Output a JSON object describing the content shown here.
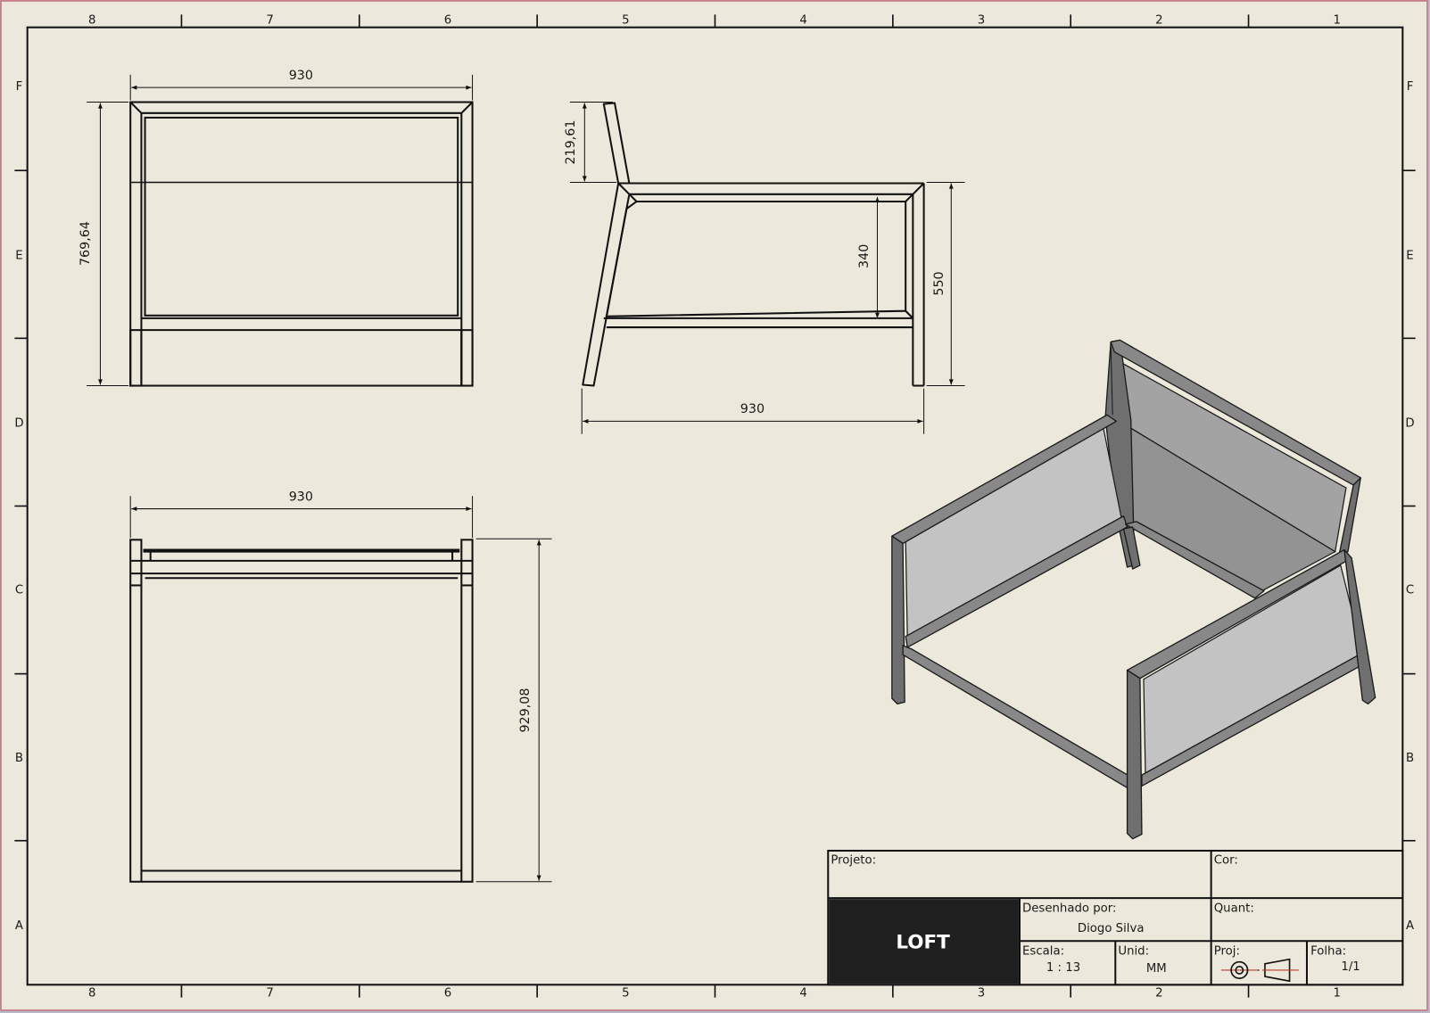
{
  "sheet": {
    "background": "#ece9dc",
    "border_color": "#111111",
    "outer_accent": "#c8707e",
    "zones": {
      "columns": [
        "8",
        "7",
        "6",
        "5",
        "4",
        "3",
        "2",
        "1"
      ],
      "rows": [
        "F",
        "E",
        "D",
        "C",
        "B",
        "A"
      ]
    }
  },
  "views": {
    "front": {
      "width_dim": "930",
      "height_dim": "769,64"
    },
    "side": {
      "backrest_dim": "219,61",
      "seat_height_dim": "550",
      "armrest_panel_dim": "340",
      "depth_dim": "930"
    },
    "top": {
      "width_dim": "930",
      "depth_dim": "929,08"
    },
    "isometric": {
      "label": "isometric view of armchair frame",
      "panel_color_light": "#c3c3c3",
      "panel_color_mid": "#a3a3a3",
      "frame_color": "#888888"
    }
  },
  "title_block": {
    "project_label": "Projeto:",
    "project_value": "",
    "color_label": "Cor:",
    "color_value": "",
    "logo_text": "LOFT",
    "drawn_by_label": "Desenhado por:",
    "drawn_by_value": "Diogo Silva",
    "quantity_label": "Quant:",
    "quantity_value": "",
    "scale_label": "Escala:",
    "scale_value": "1 : 13",
    "unit_label": "Unid:",
    "unit_value": "MM",
    "projection_label": "Proj:",
    "projection_icon": "first-angle-projection-symbol",
    "sheet_label": "Folha:",
    "sheet_value": "1/1",
    "logo_bg": "#1f1f1f",
    "projection_line_color": "#c0392b"
  }
}
